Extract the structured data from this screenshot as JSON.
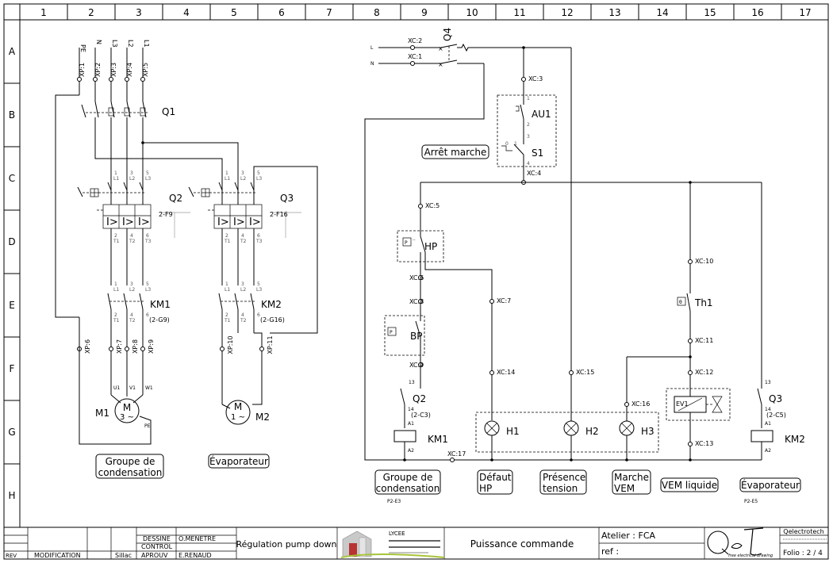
{
  "columns": [
    "1",
    "2",
    "3",
    "4",
    "5",
    "6",
    "7",
    "8",
    "9",
    "10",
    "11",
    "12",
    "13",
    "14",
    "15",
    "16",
    "17"
  ],
  "rows": [
    "A",
    "B",
    "C",
    "D",
    "E",
    "F",
    "G",
    "H"
  ],
  "power": {
    "supply_labels": [
      "PE",
      "N",
      "L3",
      "L2",
      "L1"
    ],
    "xp_top": [
      "XP:1",
      "XP:2",
      "XP:3",
      "XP:4",
      "XP:5"
    ],
    "q1": "Q1",
    "q2": "Q2",
    "q2_ref": "2-F9",
    "q3": "Q3",
    "q3_ref": "2-F16",
    "km1": "KM1",
    "km1_ref": "(2-G9)",
    "km2": "KM2",
    "km2_ref": "(2-G16)",
    "xp_mid": [
      "XP:6",
      "XP:7",
      "XP:8",
      "XP:9",
      "XP:10",
      "XP:11"
    ],
    "m1": "M1",
    "m1_sym": "M",
    "m1_sub": "3 ~",
    "m1_pe": "PE",
    "m1_terms": [
      "U1",
      "V1",
      "W1"
    ],
    "m2": "M2",
    "m2_sym": "M",
    "m2_sub": "1 ~",
    "term_top": [
      "1",
      "3",
      "5"
    ],
    "term_top_l": [
      "L1",
      "L2",
      "L3"
    ],
    "term_bot": [
      "2",
      "4",
      "6"
    ],
    "term_bot_t": [
      "T1",
      "T2",
      "T3"
    ],
    "fn1": "Groupe de condensation",
    "fn2": "Évaporateur"
  },
  "control": {
    "line_l": "L",
    "line_n": "N",
    "q4": "Q4",
    "xc": {
      "c1": "XC:1",
      "c2": "XC:2",
      "c3": "XC:3",
      "c4": "XC:4",
      "c5": "XC:5",
      "c6": "XC:6",
      "c7": "XC:7",
      "c8": "XC:8",
      "c9": "XC:9",
      "c10": "XC:10",
      "c11": "XC:11",
      "c12": "XC:12",
      "c13": "XC:13",
      "c14": "XC:14",
      "c15": "XC:15",
      "c16": "XC:16",
      "c17": "XC:17"
    },
    "au1": "AU1",
    "s1": "S1",
    "arret": "Arrêt marche",
    "hp": "HP",
    "bp": "BP",
    "th1": "Th1",
    "ev1": "EV1",
    "q2": "Q2",
    "q2_ref": "(2-C3)",
    "q3": "Q3",
    "q3_ref": "(2-C5)",
    "km1": "KM1",
    "km2": "KM2",
    "h1": "H1",
    "h2": "H2",
    "h3": "H3",
    "n13": "13",
    "n14": "14",
    "a1": "A1",
    "a2": "A2",
    "fn": [
      {
        "label": "Groupe de condensation",
        "ref": "P2-E3"
      },
      {
        "label": "Défaut HP",
        "ref": ""
      },
      {
        "label": "Présence tension",
        "ref": ""
      },
      {
        "label": "Marche VEM",
        "ref": ""
      },
      {
        "label": "VEM liquide",
        "ref": ""
      },
      {
        "label": "Évaporateur",
        "ref": "P2-E5"
      }
    ]
  },
  "titleblock": {
    "rev": "REV",
    "modification": "MODIFICATION",
    "sillac": "Sillac",
    "dessine": "DESSINE",
    "dessine_name": "O.MENETRE",
    "control": "CONTROL",
    "aprouv": "APROUV",
    "aprouv_name": "E.RENAUD",
    "project": "Régulation pump down",
    "school": "LYCEE",
    "title": "Puissance commande",
    "atelier": "Atelier : FCA",
    "ref": "ref :",
    "logo": "QeT",
    "logo_tag": "free electrical drawing",
    "software": "Qelectrotech",
    "folio": "Folio : 2 / 4"
  }
}
